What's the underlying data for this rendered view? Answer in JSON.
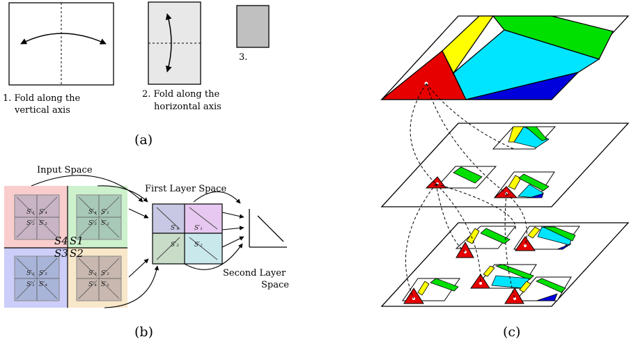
{
  "panel_a": {
    "step1_line1": "1.  Fold along the",
    "step1_line2": "vertical axis",
    "step2_line1": "2.  Fold along the",
    "step2_line2": "horizontal axis",
    "step3": "3.",
    "caption": "(a)"
  },
  "panel_b": {
    "input_space": "Input Space",
    "first_layer_space": "First Layer Space",
    "second_layer_line1": "Second Layer",
    "second_layer_line2": "Space",
    "center_symbols": [
      "S4",
      "S1",
      "S3",
      "S2"
    ],
    "caption": "(b)"
  },
  "panel_c": {
    "caption": "(c)"
  },
  "colors": {
    "red": "#e60000",
    "yellow": "#ffff00",
    "green": "#00e000",
    "cyan": "#00e5ff",
    "blue": "#0000dd",
    "pink": "#f8c8c8",
    "light_green": "#c8f0c8",
    "light_blue": "#c8c8f8",
    "light_orange": "#f8e4c4",
    "gray": "#c0c0c0",
    "light_gray": "#e8e8e8"
  }
}
